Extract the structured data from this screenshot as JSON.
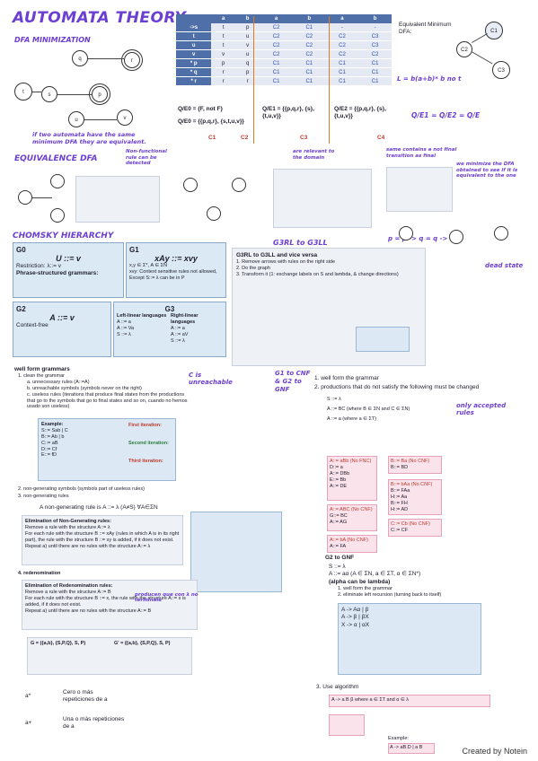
{
  "title": "AUTOMATA THEORY",
  "dfa_min": {
    "heading": "DFA MINIMIZATION",
    "note": "if two automata have the same minimum DFA they are equivalent.",
    "table_headers": [
      "",
      "a",
      "b",
      "a",
      "b",
      "a",
      "b"
    ],
    "table_rows": [
      [
        "->s",
        "t",
        "p",
        "C2",
        "C1",
        "-",
        "-"
      ],
      [
        "t",
        "t",
        "u",
        "C2",
        "C2",
        "C2",
        "C3"
      ],
      [
        "u",
        "t",
        "v",
        "C2",
        "C2",
        "C2",
        "C3"
      ],
      [
        "v",
        "v",
        "u",
        "C2",
        "C2",
        "C2",
        "C2"
      ],
      [
        "* p",
        "p",
        "q",
        "C1",
        "C1",
        "C1",
        "C1"
      ],
      [
        "* q",
        "r",
        "p",
        "C1",
        "C1",
        "C1",
        "C1"
      ],
      [
        "* r",
        "r",
        "r",
        "C1",
        "C1",
        "C1",
        "C1"
      ]
    ],
    "q0": "Q/E0 = {F, not F}",
    "q0b": "Q/E0 = {{p,q,r}, {s,t,u,v}}",
    "q1": "Q/E1 = {{p,q,r}, {s}, {t,u,v}}",
    "q2": "Q/E2 = {{p,q,r}, {s}, {t,u,v}}",
    "result": "Q/E1 = Q/E2 = Q/E",
    "equiv_label": "Equivalent Minimum DFA:",
    "lang": "L = b(a+b)* b no t",
    "classes": [
      "C1",
      "C2",
      "C3",
      "C4"
    ]
  },
  "equiv": {
    "heading": "EQUIVALENCE DFA",
    "note1": "Non-functional rule can be detected",
    "note2": "are relevant to the domain",
    "note3": "same contains a not final transition as final",
    "note4": "we minimize the DFA obtained to see if it is equivalent to the one",
    "formula": "p = p -> q = q -> 1",
    "dead": "dead state"
  },
  "chomsky": {
    "heading": "CHOMSKY HIERARCHY",
    "g0_title": "G0",
    "g0_rule": "U ::= v",
    "g0_restr": "Restriction: λ::= v",
    "g0_text": "Phrase-structured grammars:",
    "g1_title": "G1",
    "g1_rule": "xAy ::= xvy",
    "g1_text": "x,y ∈ Σ*, A ∈ ΣN",
    "g1_text2": "xvy: Context sensitive rules not allowed, Except S::= λ can be in P",
    "g2_title": "G2",
    "g2_rule": "A ::= v",
    "g2_text": "Context-free",
    "g3_title": "G3",
    "g3_left": "Left-linear languages",
    "g3_right": "Right-linear languages",
    "g3_rules": [
      "A ::= a",
      "A ::= Va",
      "S ::= λ"
    ],
    "g3_rules_r": [
      "A ::= a",
      "A ::= aV",
      "S ::= λ"
    ],
    "g3_to": "G3RL to G3LL",
    "g3_steps": [
      "G3RL to G3LL and vice versa",
      "1. Remove arrows with rules on the right side",
      "2. Do the graph",
      "3. Transform it (1: exchange labels on S and lambda, & change directions)"
    ]
  },
  "wellform": {
    "heading": "well form grammars",
    "steps": [
      "1. clean the grammar",
      "a. unnecessary rules (A::=A)",
      "b. unreachable symbols (symbols never on the right)",
      "c. useless rules (iterations that produce final states from the productions that go to the symbols that go to final states and so on, cuando no hemos usado son useless)",
      "2. non-generating symbols (symbols part of useless rules)",
      "3. non-generating rules"
    ],
    "example_title": "Example:",
    "example_rules": [
      "S::= Sab | C",
      "B::= Ab | b",
      "C::= aB",
      "D::= Cf",
      "E::= fD"
    ],
    "first_iter": "First iteration:",
    "second_iter": "Second iteration:",
    "third_iter": "Third iteration:",
    "ng_rule": "A non-generating rule is A ::= λ (A≠S) ∀A∈ΣN",
    "elim_title": "Elimination of Non-Generating rules:",
    "elim_steps": [
      "Remove a rule with the structure A::= λ",
      "For each rule with the structure B ::= xAy (rules in which A is in its right part), the rule with the structure B ::= xy is added, if it does not exist.",
      "Repeat a) until there are no rules with the structure A::= λ"
    ],
    "redund": "4. redenomination",
    "redund_title": "Elimination of Redenomination rules:",
    "redund_steps": [
      "Remove a rule with the structure A::= B",
      "For each rule with the structure B ::= x, the rule with the structure A::= x is added, if it does not exist.",
      "Repeat a) until there are no rules with the structure A::= B"
    ],
    "g_before": "G = ({a,b}, {S,P,Q}, S, P)",
    "g_after": "G' = ({a,b}, {S,P,Q}, S, P)",
    "unreach_tag": "C is unreachable",
    "note_red": "producen que con λ no terminale"
  },
  "repeat": {
    "items": [
      {
        "sym": "a*",
        "text": "Cero o más repeticiones de a"
      },
      {
        "sym": "a+",
        "text": "Una o más repeticiones de a"
      }
    ]
  },
  "gnf": {
    "heading": "G1 to CNF & G2 to GNF",
    "steps": [
      "1. well form the grammar",
      "2. productions that do not satisfy the following must be changed"
    ],
    "accepted": "only accepted rules",
    "rules": [
      "S ::= λ",
      "A ::= BC (where B ∈ ΣN and C ∈ ΣN)",
      "A ::= a (where a ∈ ΣT)"
    ],
    "cnf_examples": [
      "A::= aBb (No FNC)",
      "D::= a",
      "A::= DBb",
      "E::= Bb",
      "A::= DE",
      "A::= ABC (No CNF)",
      "G::= BC",
      "A::= AG",
      "A::= bA (No CNF)",
      "A::= FA"
    ],
    "cnf_examples_r": [
      "B::= Ba (No CNF)",
      "B::= BD",
      "B::= bAa (No CNF)",
      "B::= FAa",
      "H::= Aa",
      "B::= FH",
      "H::= AD",
      "C::= Cb (No CNF)",
      "C::= CF"
    ],
    "g2gnf": "G2 to GNF",
    "g2gnf_rules": [
      "S ::= λ",
      "A ::= aα (A ∈ ΣN, a ∈ ΣT, α ∈ ΣN*)"
    ],
    "alpha": "(alpha can be lambda)",
    "g2gnf_steps": [
      "1. well form the grammar",
      "2. eliminate left recursion (turning back to itself)"
    ],
    "rec_rules": [
      "A -> Aα | β",
      "A -> β | βX",
      "X -> α | αX"
    ],
    "algo": "3. Use algorithm",
    "algo_rule": "A -> a B β where a ∈ ΣT and α ∈ λ",
    "algo_ex": "Example:",
    "algo_ex_rule": "A -> aB.D | a B"
  },
  "credit": "Created by Notein"
}
